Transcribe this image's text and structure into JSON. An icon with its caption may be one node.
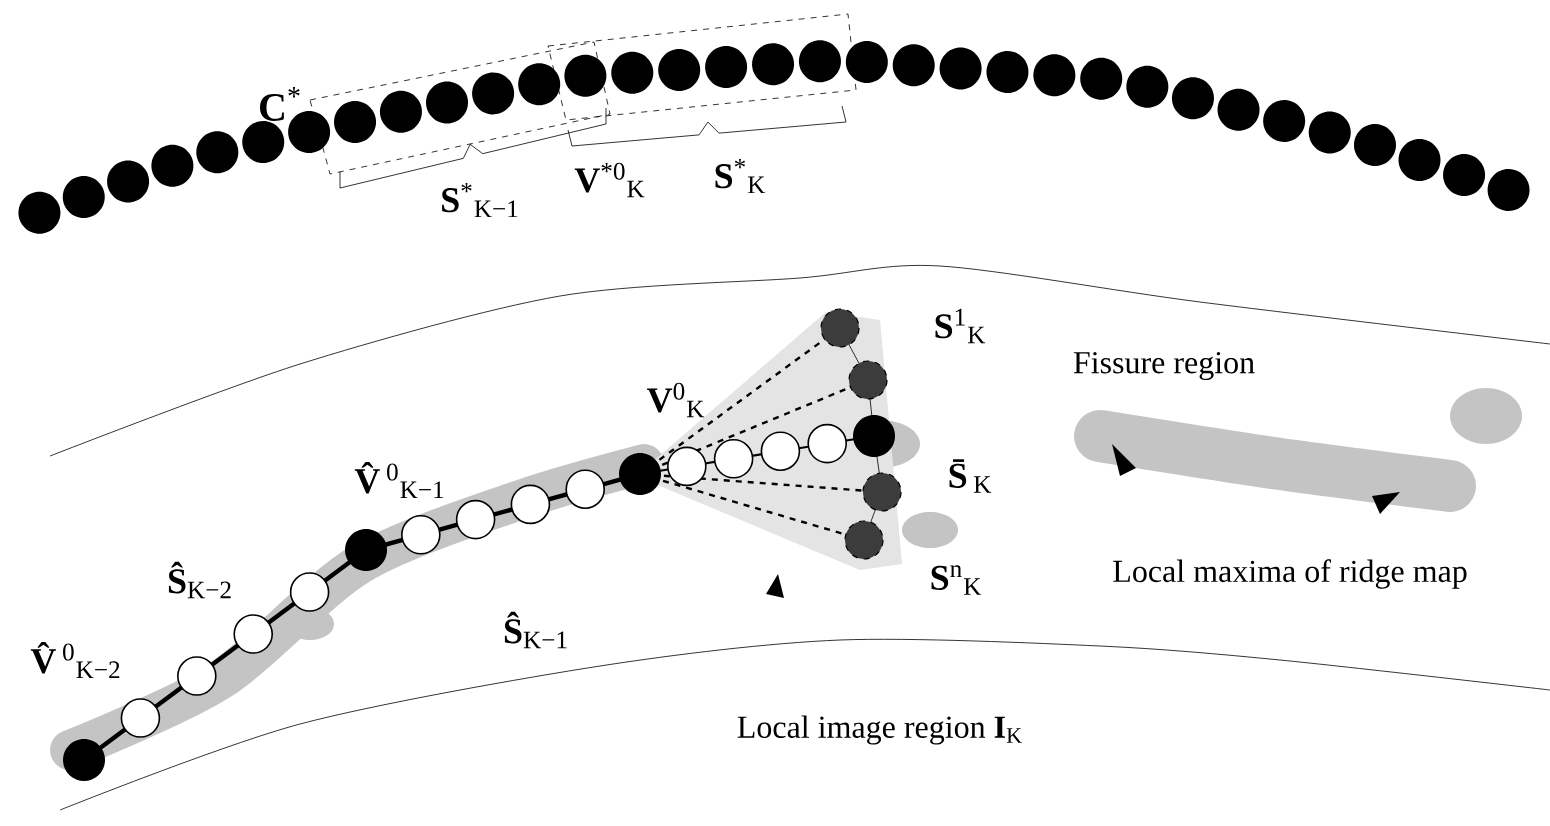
{
  "diagram": {
    "labels": [
      "**C**$^{*}$",
      "**S**$^{*}$$_{K−1}$",
      "**V**$^{*0}$$_{K}$",
      "**S**$^{*}$$_{K}$",
      "**V**$^{0}$$_{K}$",
      "**S**$^{1}$$_{K}$",
      "**S̄**$_{K}$",
      "Fissure region",
      "**V̂**$^{0}$$_{K−2}$",
      "**Ŝ**$_{K−2}$",
      "**V̂**$^{0}$$_{K−1}$",
      "**S**$^{n}$$_{K}$",
      "Local maxima of ridge map",
      "**Ŝ**$_{K−1}$",
      "Local image region **I**$_{K}$"
    ]
  }
}
